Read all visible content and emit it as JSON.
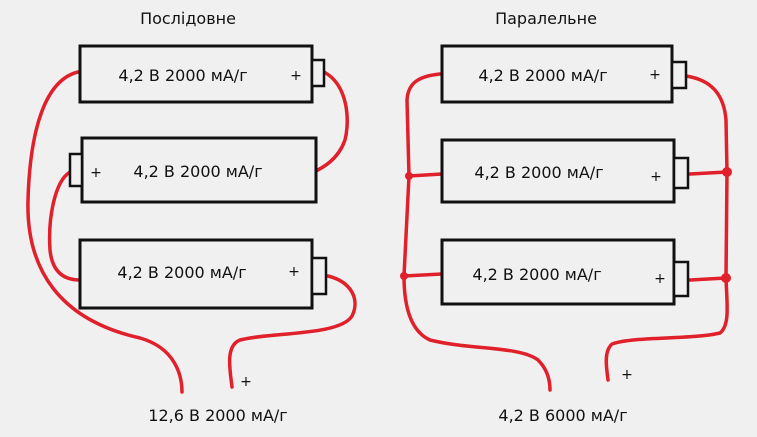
{
  "series_diagram": {
    "title": "Послідовне",
    "cells": [
      {
        "label": "4,2 В 2000 мА/г",
        "plus": "+"
      },
      {
        "label": "4,2 В 2000 мА/г",
        "plus": "+"
      },
      {
        "label": "4,2 В 2000 мА/г",
        "plus": "+"
      }
    ],
    "output_plus": "+",
    "total": "12,6 В  2000 мА/г"
  },
  "parallel_diagram": {
    "title": "Паралельне",
    "cells": [
      {
        "label": "4,2 В 2000 мА/г",
        "plus": "+"
      },
      {
        "label": "4,2 В 2000 мА/г",
        "plus": "+"
      },
      {
        "label": "4,2 В 2000 мА/г",
        "plus": "+"
      }
    ],
    "output_plus": "+",
    "total": "4,2 В  6000 мА/г"
  },
  "colors": {
    "wire": "#e0202a",
    "outline": "#111111",
    "background": "#f0f0f0"
  }
}
